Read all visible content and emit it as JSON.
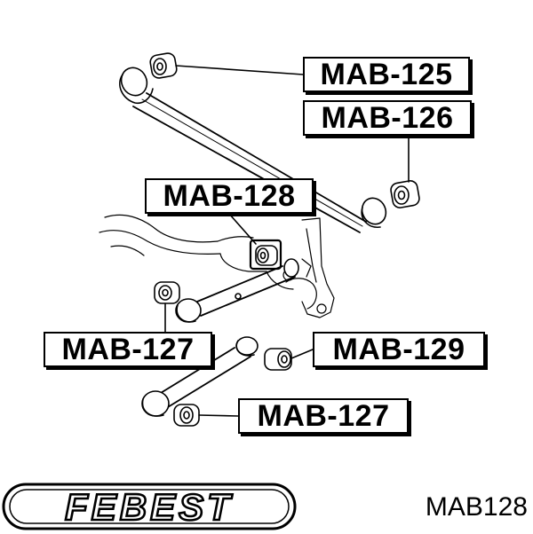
{
  "callouts": {
    "mab125": "MAB-125",
    "mab126": "MAB-126",
    "mab128": "MAB-128",
    "mab127_upper": "MAB-127",
    "mab129": "MAB-129",
    "mab127_lower": "MAB-127"
  },
  "brand": {
    "logo_text": "FEBEST"
  },
  "part_number": "MAB128",
  "colors": {
    "ink": "#000000",
    "background": "#ffffff"
  }
}
